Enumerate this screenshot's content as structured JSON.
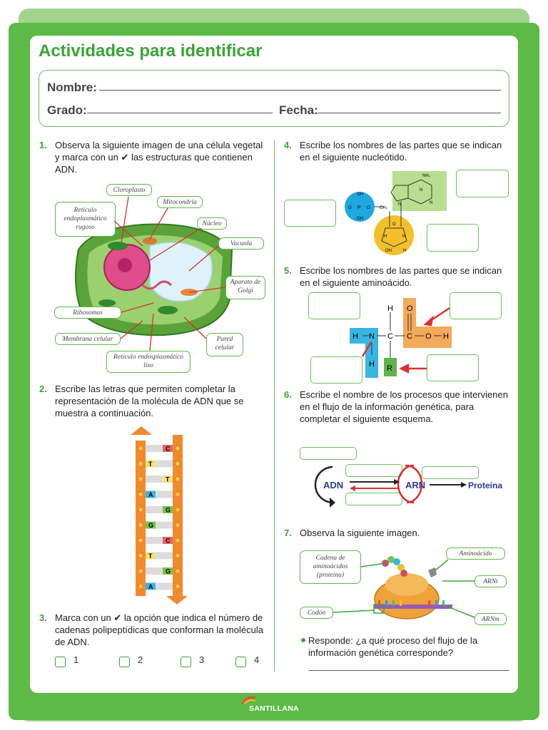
{
  "header": {
    "title": "Actividades para identificar",
    "nombre_label": "Nombre:",
    "grado_label": "Grado:",
    "fecha_label": "Fecha:"
  },
  "q1": {
    "number": "1.",
    "text": "Observa la siguiente imagen de una célula vegetal y marca con un ✔ las estructuras que contienen ADN.",
    "labels": {
      "cloroplasto": "Cloroplasto",
      "reticulo_rugoso": "Retículo endoplasmático rugoso",
      "mitocondria": "Mitocondria",
      "nucleo": "Núcleo",
      "vacuola": "Vacuola",
      "golgi": "Aparato de Golgi",
      "ribosomas": "Ribosomas",
      "membrana": "Membrana celular",
      "pared": "Pared celular",
      "reticulo_liso": "Retículo endosplasmático liso"
    }
  },
  "q2": {
    "number": "2.",
    "text": "Escribe las letras que permiten completar la representación de la molécula de ADN que se muestra a continuación.",
    "rungs": [
      {
        "side": "right",
        "base": "C",
        "color": "#e0666d"
      },
      {
        "side": "left",
        "base": "T",
        "color": "#f3e27a"
      },
      {
        "side": "right",
        "base": "T",
        "color": "#f3e27a"
      },
      {
        "side": "left",
        "base": "A",
        "color": "#37b6e3"
      },
      {
        "side": "right",
        "base": "G",
        "color": "#7cc04e"
      },
      {
        "side": "left",
        "base": "G",
        "color": "#7cc04e"
      },
      {
        "side": "right",
        "base": "C",
        "color": "#e0666d"
      },
      {
        "side": "left",
        "base": "T",
        "color": "#f3e27a"
      },
      {
        "side": "right",
        "base": "G",
        "color": "#7cc04e"
      },
      {
        "side": "left",
        "base": "A",
        "color": "#37b6e3"
      }
    ]
  },
  "q3": {
    "number": "3.",
    "text": "Marca con un ✔ la opción que indica el número de cadenas polipeptídicas que conforman la molécula de ADN.",
    "options": [
      "1",
      "2",
      "3",
      "4"
    ]
  },
  "q4": {
    "number": "4.",
    "text": "Escribe los nombres de las partes que se indican en el siguiente nucleótido.",
    "chem": {
      "nh2": "NH₂",
      "oh": "OH",
      "p": "P",
      "o": "O",
      "ch2": "CH₂",
      "h": "H",
      "n": "N"
    }
  },
  "q5": {
    "number": "5.",
    "text": "Escribe los nombres de las partes que se indican en el siguiente aminoácido.",
    "atoms": {
      "h": "H",
      "n": "N",
      "c": "C",
      "o": "O",
      "r": "R"
    }
  },
  "q6": {
    "number": "6.",
    "text": "Escribe el nombre de los procesos que intervienen en el flujo de la información genética, para completar el siguiente esquema.",
    "adn": "ADN",
    "arn": "ARN",
    "proteina": "Proteina"
  },
  "q7": {
    "number": "7.",
    "text": "Observa la siguiente imagen.",
    "labels": {
      "cadena": "Cadena de aminoácidos (proteína)",
      "aminoacido": "Aminoácido",
      "arnt": "ARNt",
      "codon": "Codón",
      "arnm": "ARNm"
    },
    "question": "Responde: ¿a qué proceso del flujo de la información genética corresponde?"
  },
  "footer": {
    "brand": "SANTILLANA"
  },
  "colors": {
    "green": "#5dba47",
    "green_dark": "#3aa535",
    "orange": "#f08a2e",
    "red_arrow": "#d9312f"
  }
}
